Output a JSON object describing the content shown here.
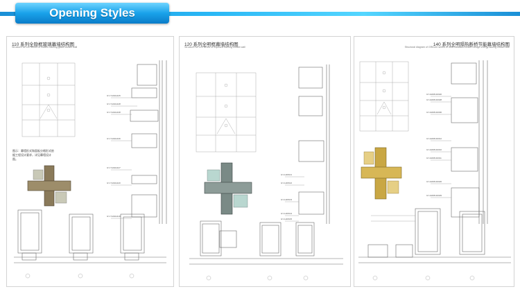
{
  "header": {
    "title": "Opening Styles"
  },
  "panels": [
    {
      "title": "110 系列全隐框玻璃幕墙结构图",
      "subtitle": "Structure for 110 series of hidden framing glass curtain wall",
      "note": "图示：幕墙形式和面板分格形式依据工程设计要求，详见幕墙设计图。",
      "labels": [
        "GY-YA0111125",
        "GY-YA0111128",
        "GY-YA0111138",
        "GY-YA0111136",
        "GY-YA0111127",
        "GY-YA0111120",
        "GY-YA0111119"
      ]
    },
    {
      "title": "120 系列全明框幕墙结构图",
      "subtitle": "Structure for 120 series of exposed framing curtain wall",
      "labels": [
        "GY-120WJ1",
        "GY-120WJ2",
        "GY-120WJ3",
        "GY-120WJ4",
        "GY-120WJ5"
      ]
    },
    {
      "title": "140 系列全明隔热断桥节能幕墙结构图",
      "subtitle": "Structural diagram of GR8140 series of heat-insulated broken bridge energy-saving curtain wall",
      "labels": [
        "GY-GRM140020",
        "GY-GRM140028",
        "GY-GRM140030",
        "GY-GRM140012",
        "GY-GRM140010",
        "GY-GRM140011",
        "GY-GRM140026",
        "GY-GRM140029"
      ]
    }
  ]
}
